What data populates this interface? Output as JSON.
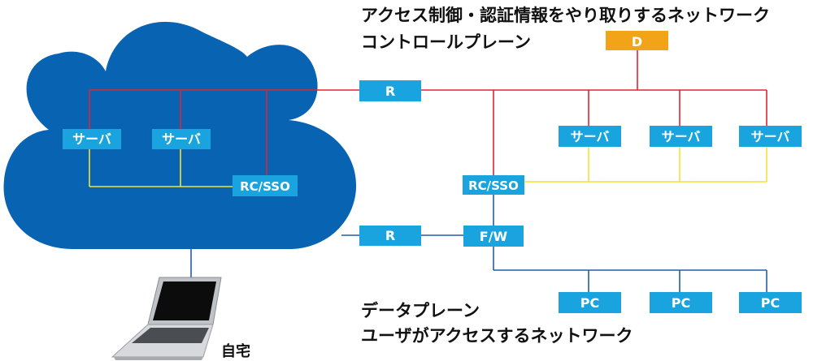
{
  "titles": {
    "control_desc": "アクセス制御・認証情報をやり取りするネットワーク",
    "control_name": "コントロールプレーン",
    "data_name": "データプレーン",
    "data_desc": "ユーザがアクセスするネットワーク",
    "home": "自宅"
  },
  "nodes": {
    "d": "D",
    "r_top": "R",
    "r_bottom": "R",
    "fw": "F/W",
    "rcsso_cloud": "RC/SSO",
    "rcsso_right": "RC/SSO",
    "cloud_server_1": "サーバ",
    "cloud_server_2": "サーバ",
    "right_server_1": "サーバ",
    "right_server_2": "サーバ",
    "right_server_3": "サーバ",
    "pc_1": "PC",
    "pc_2": "PC",
    "pc_3": "PC"
  },
  "colors": {
    "cloud": "#0963b3",
    "node_box": "#19a4df",
    "d_box": "#f2a418",
    "control_line": "#e2242e",
    "data_line": "#1f5fa9",
    "server_line": "#f5e135"
  }
}
